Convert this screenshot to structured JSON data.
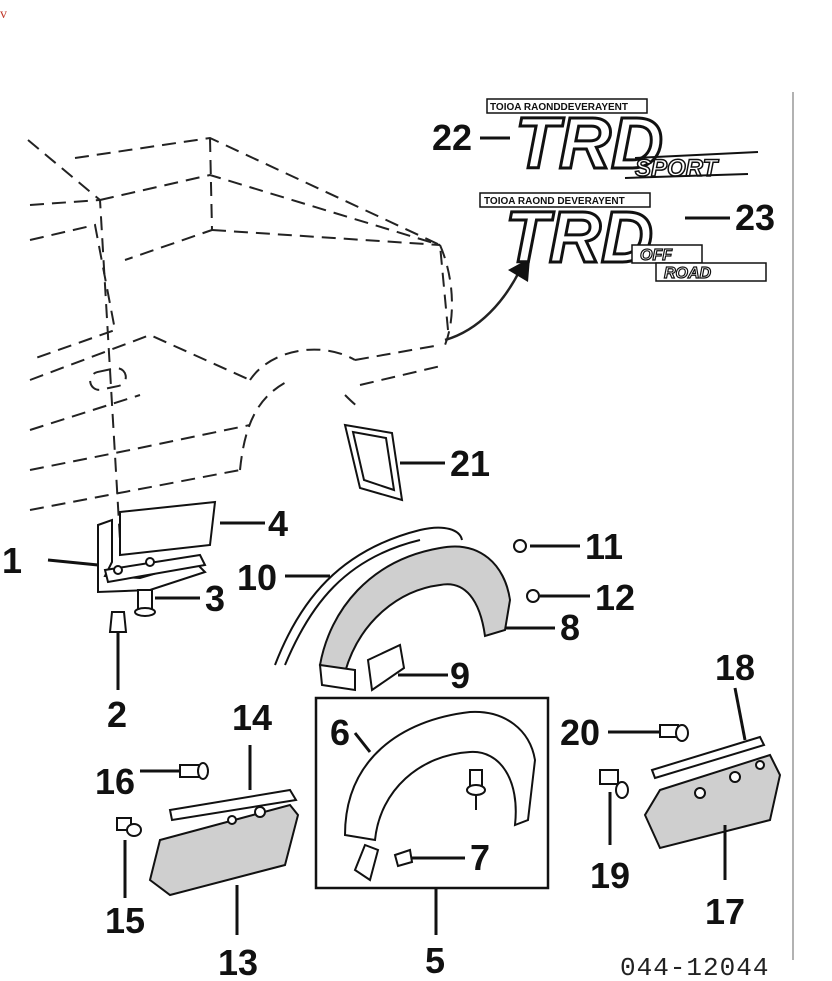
{
  "corner_mark": "v",
  "diagram_code": "044-12044",
  "callouts": [
    "1",
    "2",
    "3",
    "4",
    "5",
    "6",
    "7",
    "8",
    "9",
    "10",
    "11",
    "12",
    "13",
    "14",
    "15",
    "16",
    "17",
    "18",
    "19",
    "20",
    "21",
    "22",
    "23"
  ],
  "emblems": {
    "sport": {
      "caption": "TOIOA RAONDDEVERAYENT",
      "main": "TRD",
      "sub": "SPORT"
    },
    "offroad": {
      "caption": "TOIOA RAOND DEVERAYENT",
      "main": "TRD",
      "sub_top": "OFF",
      "sub_bottom": "ROAD"
    }
  },
  "icons": [
    "truck-bed-outline",
    "arrow-icon",
    "bolt-icon",
    "clip-icon",
    "fender-flare-icon",
    "mud-guard-icon",
    "rocker-molding-icon"
  ]
}
